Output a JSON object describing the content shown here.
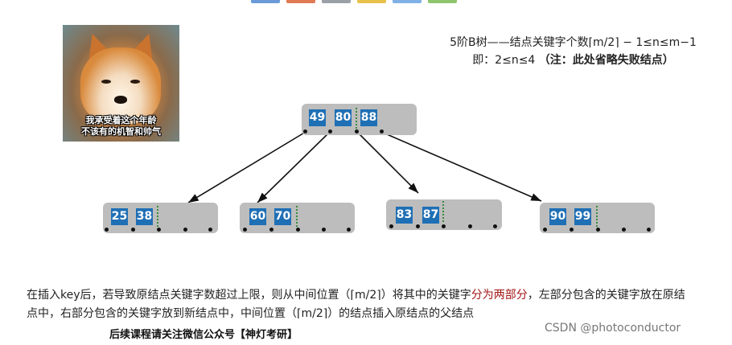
{
  "topbar_colors": [
    "#6a9bd8",
    "#e07a55",
    "#9aa0a6",
    "#e8c14a",
    "#7fb1e6",
    "#8ec66f"
  ],
  "meme": {
    "caption_line1": "我承受着这个年龄",
    "caption_line2": "不该有的机智和帅气"
  },
  "header": {
    "line1_pre": "5阶B树——结点关键字个数",
    "line1_formula": "⌈m/2⌉ − 1≤n≤m−1",
    "line2_pre": "即：2≤n≤4",
    "line2_note": "（注：此处省略失败结点）"
  },
  "tree": {
    "root": {
      "keys": [
        "49",
        "80",
        "88"
      ]
    },
    "children": [
      {
        "keys": [
          "25",
          "38"
        ]
      },
      {
        "keys": [
          "60",
          "70"
        ]
      },
      {
        "keys": [
          "83",
          "87"
        ]
      },
      {
        "keys": [
          "90",
          "99"
        ]
      }
    ]
  },
  "explanation": {
    "part1": "在插入key后，若导致原结点关键字数超过上限，则从中间位置（",
    "formula1": "⌈m/2⌉",
    "part2": "）将其中的关键字",
    "highlight": "分为两部分",
    "part3": "，左部分包含的关键字放在原结点中，右部分包含的关键字放到新结点中，中间位置（",
    "formula2": "⌈m/2⌉",
    "part4": "）的结点插入原结点的父结点"
  },
  "footer": "后续课程请关注微信公众号【神灯考研】",
  "watermark": "CSDN @photoconductor"
}
